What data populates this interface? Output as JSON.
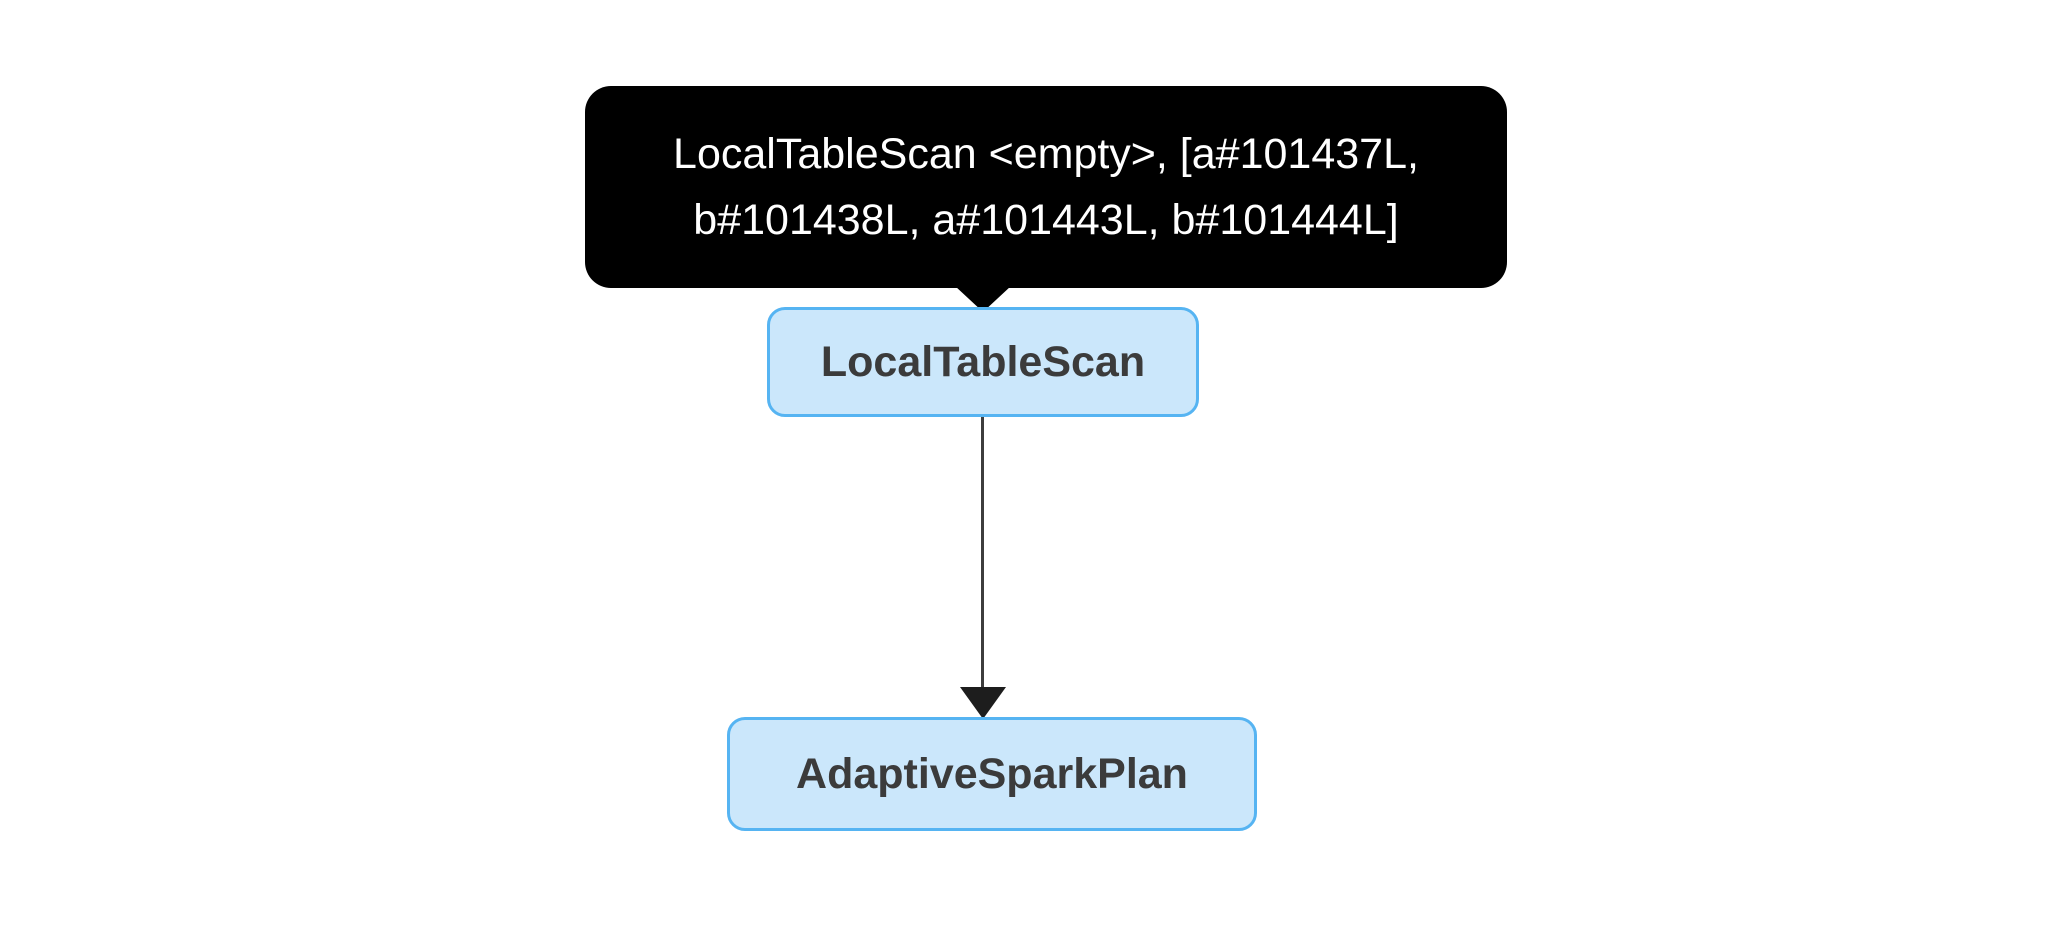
{
  "diagram": {
    "type": "spark-physical-plan-dag",
    "background_color": "#ffffff",
    "tooltip": {
      "text_lines": [
        "LocalTableScan <empty>, [a#101437L,",
        "b#101438L, a#101443L, b#101444L]"
      ],
      "full_text": "LocalTableScan <empty>, [a#101437L, b#101438L, a#101443L, b#101444L]",
      "background_color": "#000000",
      "text_color": "#ffffff",
      "attached_to": "LocalTableScan"
    },
    "nodes": [
      {
        "id": "localtablescan",
        "label": "LocalTableScan",
        "fill_color": "#cbe7fb",
        "border_color": "#56b4f2",
        "text_color": "#3b3b3b"
      },
      {
        "id": "adaptivesparkplan",
        "label": "AdaptiveSparkPlan",
        "fill_color": "#cbe7fb",
        "border_color": "#56b4f2",
        "text_color": "#3b3b3b"
      }
    ],
    "edges": [
      {
        "from": "localtablescan",
        "to": "adaptivesparkplan",
        "color": "#3d3d3d",
        "direction": "down"
      }
    ]
  }
}
